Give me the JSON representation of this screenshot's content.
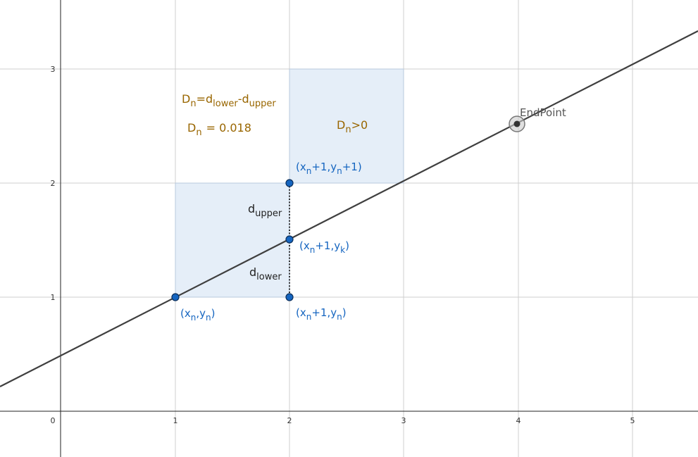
{
  "axes": {
    "x_ticks": [
      "0",
      "1",
      "2",
      "3",
      "4",
      "5"
    ],
    "y_ticks": [
      "1",
      "2",
      "3"
    ]
  },
  "labels": {
    "formula_D": "D",
    "formula_D_sub": "n",
    "formula_eq": "=d",
    "formula_lower": "lower",
    "formula_minus": "-d",
    "formula_upper": "upper",
    "value_D": "D",
    "value_D_sub": "n",
    "value_eq": "= 0.018",
    "cond_D": "D",
    "cond_D_sub": "n",
    "cond_gt": ">0",
    "d_upper_d": "d",
    "d_upper_sub": "upper",
    "d_lower_d": "d",
    "d_lower_sub": "lower",
    "endpoint": "EndPoint",
    "pt_xn_yn": {
      "open": "(x",
      "s1": "n",
      "mid": ",y",
      "s2": "n",
      "close": ")"
    },
    "pt_xn1_yn1": {
      "open": "(x",
      "s1": "n",
      "mid": "+1,y",
      "s2": "n",
      "close": "+1)"
    },
    "pt_xn1_yk": {
      "open": "(x",
      "s1": "n",
      "mid": "+1,y",
      "s2": "k",
      "close": ")"
    },
    "pt_xn1_yn": {
      "open": "(x",
      "s1": "n",
      "mid": "+1,y",
      "s2": "n",
      "close": ")"
    }
  },
  "colors": {
    "point_blue": "#1565c0",
    "label_gold": "#996600",
    "shade": "#dce8f6"
  }
}
